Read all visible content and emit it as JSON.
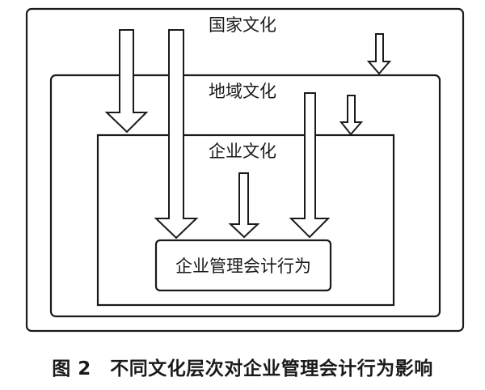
{
  "diagram": {
    "levels": {
      "national": "国家文化",
      "regional": "地域文化",
      "corporate": "企业文化",
      "behavior": "企业管理会计行为"
    }
  },
  "caption": "图 2　不同文化层次对企业管理会计行为影响"
}
